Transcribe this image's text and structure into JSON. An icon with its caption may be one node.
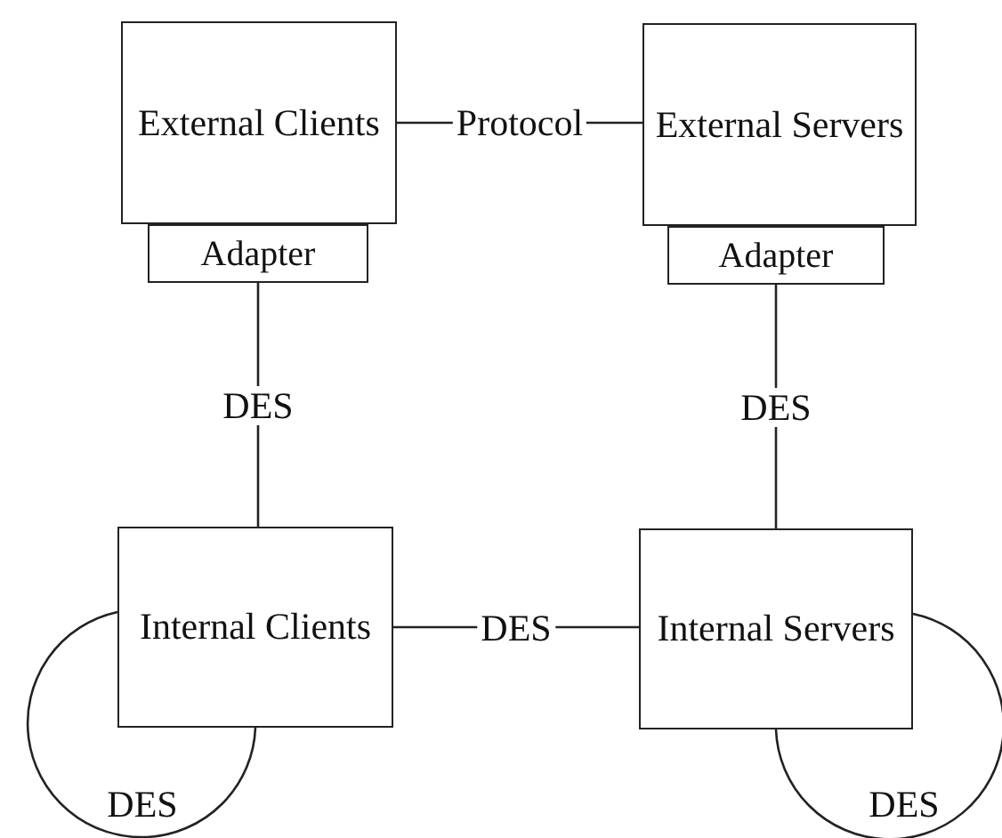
{
  "diagram": {
    "nodes": [
      {
        "text": [
          "External Clients"
        ]
      },
      {
        "text": [
          "Adapter"
        ]
      },
      {
        "text": [
          "External Servers"
        ]
      },
      {
        "text": [
          "Adapter"
        ]
      },
      {
        "text": [
          "Internal Clients"
        ]
      },
      {
        "text": [
          "Internal Servers"
        ]
      }
    ],
    "edges": [
      {
        "from": 0,
        "to": 2,
        "arrow": "none",
        "label": "Protocol"
      },
      {
        "from": 1,
        "to": 4,
        "arrow": "none",
        "label": "DES"
      },
      {
        "from": 3,
        "to": 5,
        "arrow": "none",
        "label": "DES"
      },
      {
        "from": 4,
        "to": 5,
        "arrow": "none",
        "label": "DES"
      },
      {
        "from": 4,
        "to": 4,
        "arrow": "none",
        "label": "DES"
      },
      {
        "from": 5,
        "to": 5,
        "arrow": "none",
        "label": "DES"
      }
    ]
  }
}
